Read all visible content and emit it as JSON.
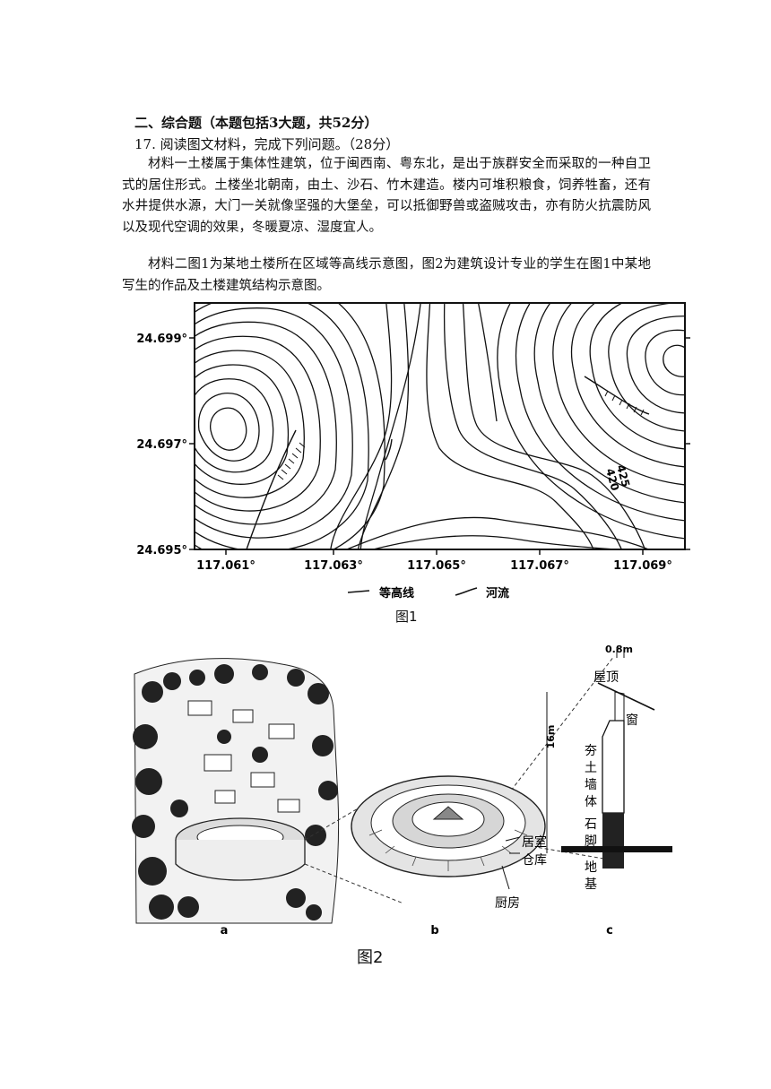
{
  "section": {
    "title": "二、综合题（本题包括3大题，共52分）"
  },
  "question": {
    "title": "17. 阅读图文材料，完成下列问题。（28分）"
  },
  "material1": "材料一土楼属于集体性建筑，位于闽西南、粤东北，是出于族群安全而采取的一种自卫式的居住形式。土楼坐北朝南，由土、沙石、竹木建造。楼内可堆积粮食，饲养牲畜，还有水井提供水源，大门一关就像坚强的大堡垒，可以抵御野兽或盗贼攻击，亦有防火抗震防风以及现代空调的效果，冬暖夏凉、湿度宜人。",
  "material2": "材料二图1为某地土楼所在区域等高线示意图，图2为建筑设计专业的学生在图1中某地写生的作品及土楼建筑结构示意图。",
  "figure1": {
    "caption": "图1",
    "lat_labels": [
      "24.699°",
      "24.697°",
      "24.695°"
    ],
    "lon_labels": [
      "117.061°",
      "117.063°",
      "117.065°",
      "117.067°",
      "117.069°"
    ],
    "contour_values": [
      "425",
      "420"
    ],
    "legend": {
      "contour": "等高线",
      "river": "河流"
    }
  },
  "figure2": {
    "caption": "图2",
    "panel_labels": [
      "a",
      "b",
      "c"
    ],
    "labels_b": {
      "bedroom": "居室",
      "warehouse": "仓库",
      "kitchen": "厨房"
    },
    "labels_c": {
      "width": "0.8m",
      "roof": "屋顶",
      "window": "窗",
      "height": "16m",
      "wall": "夯土墙体",
      "stone_base": "石脚",
      "foundation": "地基"
    }
  }
}
